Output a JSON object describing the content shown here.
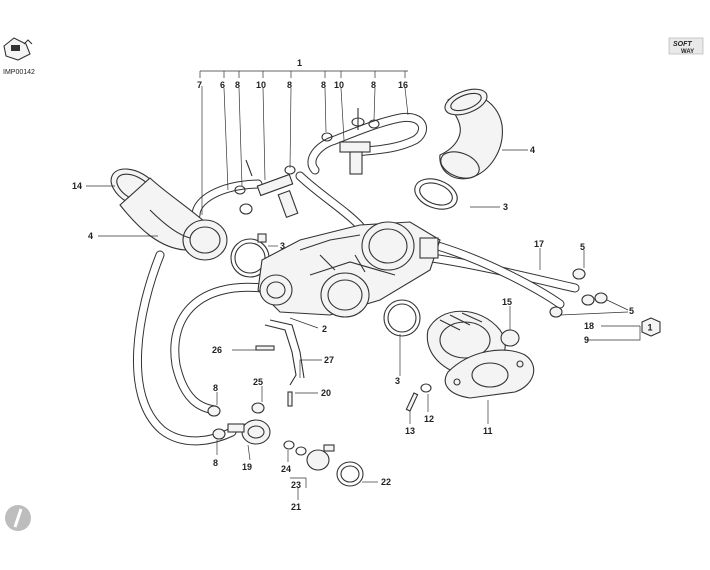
{
  "meta": {
    "image_code": "IMP00142",
    "brand_line1": "SOFT",
    "brand_line2": "WAY"
  },
  "symbols": {
    "reference_badge": "1",
    "top_left_icon": "engine-block-icon",
    "bottom_left_icon": "circle-slash-icon"
  },
  "labels": [
    "1",
    "7",
    "6",
    "8",
    "10",
    "8",
    "8",
    "10",
    "8",
    "16",
    "14",
    "4",
    "3",
    "4",
    "3",
    "17",
    "5",
    "5",
    "18",
    "9",
    "15",
    "2",
    "26",
    "27",
    "25",
    "20",
    "8",
    "8",
    "19",
    "24",
    "23",
    "21",
    "22",
    "3",
    "13",
    "12",
    "11"
  ]
}
